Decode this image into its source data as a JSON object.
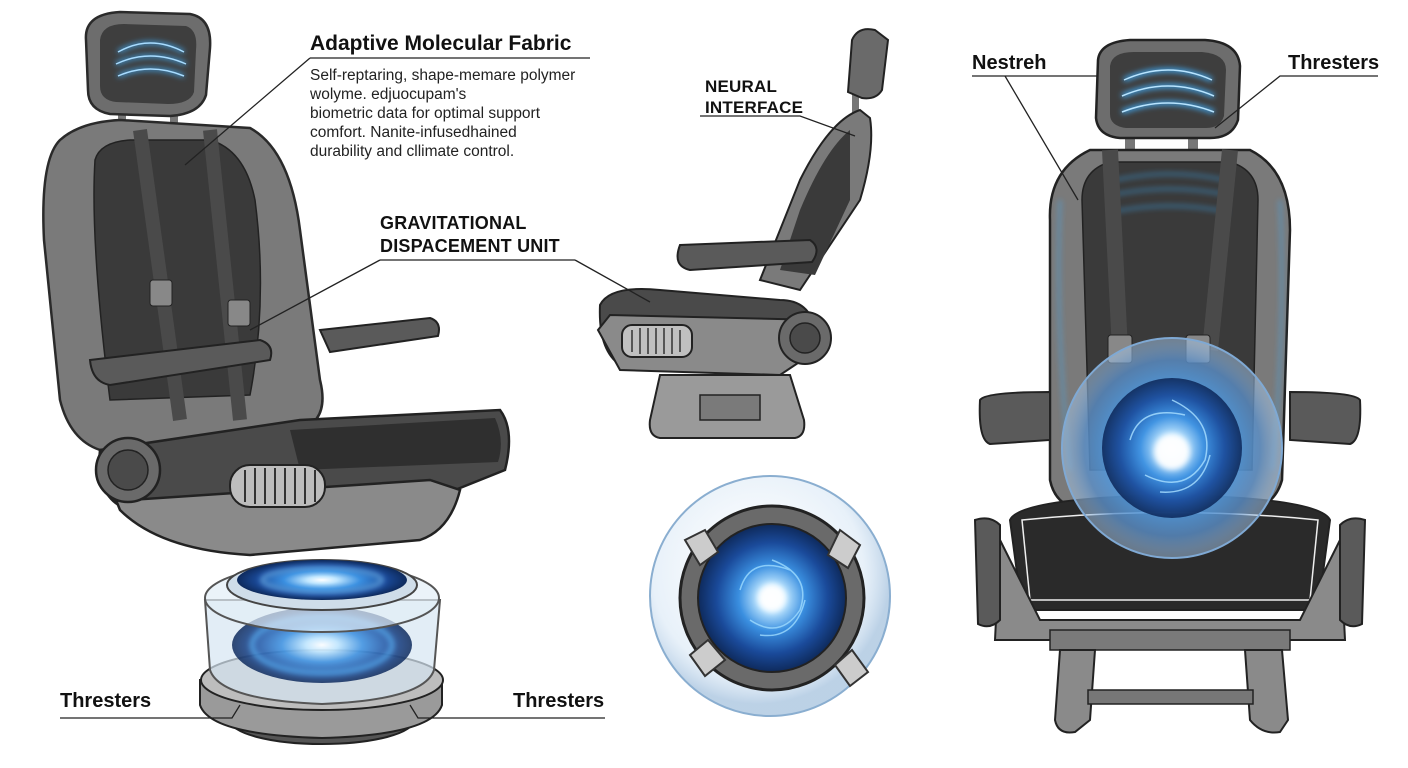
{
  "labels": {
    "fabric_title": "Adaptive Molecular Fabric",
    "fabric_desc": [
      "Self-reptaring, shape-memare polymer",
      "wolyme. edjuocupam's",
      "biometric data for optimal support",
      "comfort. Nanite-infusedhained",
      "durability and cllimate control."
    ],
    "neural_interface": [
      "NEURAL",
      "INTERFACE"
    ],
    "gravitational_unit": [
      "GRAVITATIONAL",
      "DISPACEMENT UNIT"
    ],
    "nestreh": "Nestreh",
    "thresters_top_right": "Thresters",
    "thresters_bottom_left": "Thresters",
    "thresters_bottom_mid": "Thresters"
  },
  "colors": {
    "seat_dark": "#3d3d3d",
    "seat_mid": "#6b6b6b",
    "seat_light": "#9a9a9a",
    "glow": "#3aa8ff",
    "glow_core": "#e8f6ff",
    "line": "#222222"
  }
}
